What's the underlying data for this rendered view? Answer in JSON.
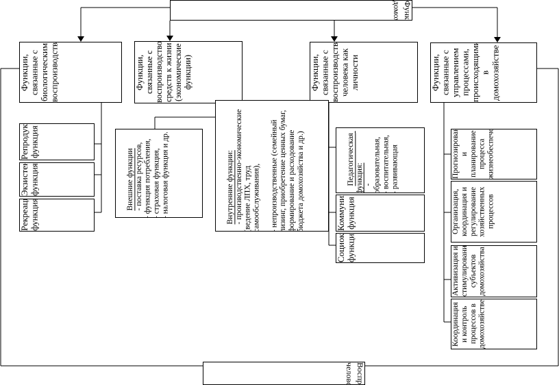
{
  "top_title": "Функции домохозяйства",
  "bottom_title": "Воспроизводство человека",
  "categories": {
    "biological": "Функции, связанные с биологическим воспроизводством",
    "means": "Функции, связанные с воспроизводством средств к жизни (экономические функции)",
    "personality": "Функции, связанные с воспроизводством человека как личности",
    "management": "Функции, связанные с управлением процессами, происходящими в домохозяйстве"
  },
  "biological_items": [
    "Репродуктивная функция",
    "Экзистенциальная функция",
    "Рекреационная функция"
  ],
  "external": {
    "title": "Внешние функции",
    "text": "- поставка ресурсов,\n- функция потребления,\n- страховая функция,\n- налоговая функция и др."
  },
  "internal": {
    "title": "Внутренние функции:",
    "text": "- производственно-экономические (ведение ЛПХ, труд самообслуживания),\n\n- непроизводственные (семейный лизинг, приобретение ценных бумаг, формирование и расходование бюджета домохозяйства и др.)"
  },
  "personality_items": {
    "pedagogical_title": "Педагогическая функция:",
    "pedagogical_text": "- образовательная,\n- воспитательная,\n- развивающая",
    "communicative": "Коммуникативная функция",
    "sociocultural": "Социокультурная функция"
  },
  "management_items": [
    "Прогнозирование и планирование процесса жизнеобеспечения",
    "Организация, координация и регулирование хозяйственных процессов",
    "Активизация и стимулирование субъектов домохозяйства",
    "Координация и контроль процессов в домохозяйстве"
  ]
}
